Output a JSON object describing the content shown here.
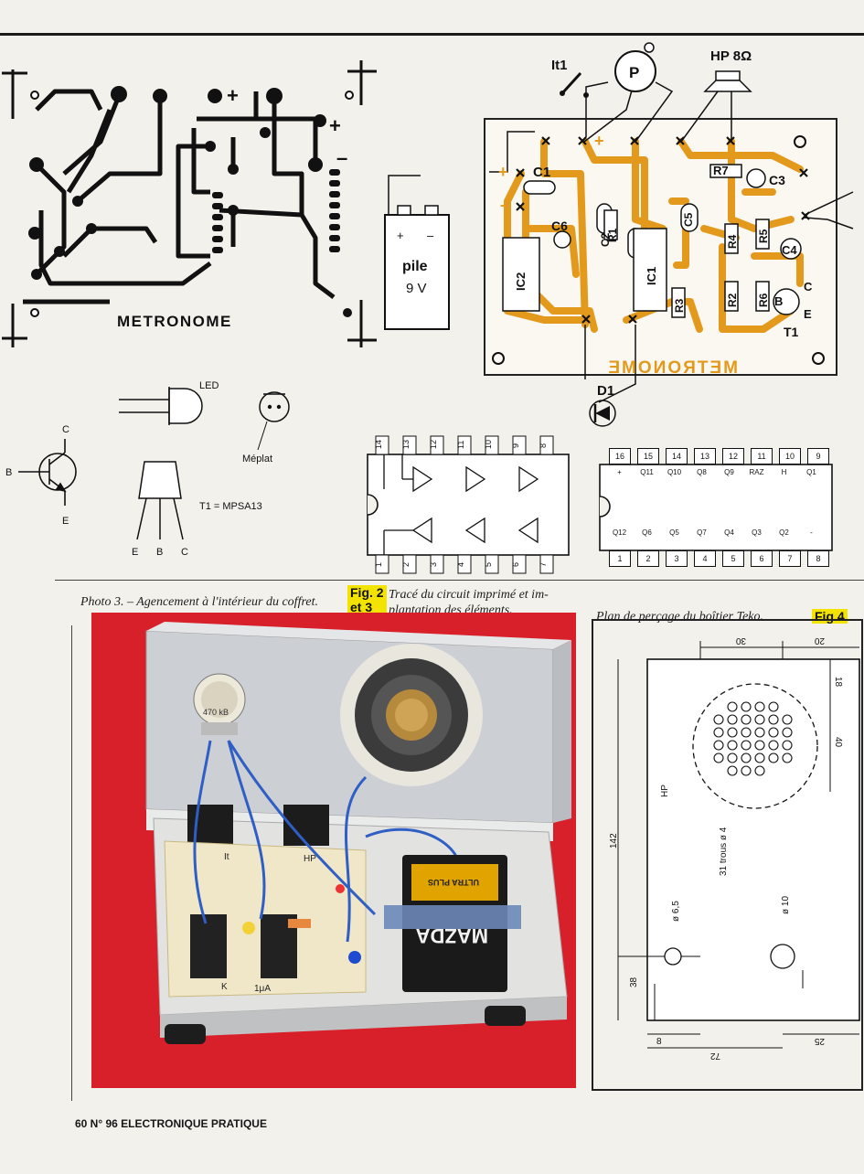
{
  "pcb": {
    "title": "METRONOME",
    "plus": "+",
    "minus": "–"
  },
  "implant": {
    "it1": "It1",
    "p": "P",
    "hp": "HP 8Ω",
    "pile": "pile",
    "pile_v": "9 V",
    "c1": "C1",
    "c2": "C2",
    "c3": "C3",
    "c4": "C4",
    "c5": "C5",
    "c6": "C6",
    "ic1": "IC1",
    "ic2": "IC2",
    "r1": "R1",
    "r2": "R2",
    "r3": "R3",
    "r4": "R4",
    "r5": "R5",
    "r6": "R6",
    "r7": "R7",
    "t1": "T1",
    "b": "B",
    "c": "C",
    "e": "E",
    "d1": "D1",
    "title_mirrored": "METRONOME"
  },
  "components": {
    "led": "LED",
    "meplat": "Méplat",
    "t1_ref": "T1 = MPSA13",
    "pin_b": "B",
    "pin_c": "C",
    "pin_e": "E",
    "pins_ebc": [
      "E",
      "B",
      "C"
    ]
  },
  "ic_4049": {
    "top_pins": [
      "14",
      "13",
      "12",
      "11",
      "10",
      "9",
      "8"
    ],
    "bottom_pins": [
      "1",
      "2",
      "3",
      "4",
      "5",
      "6",
      "7"
    ]
  },
  "ic_4020": {
    "top_pins": [
      "16",
      "15",
      "14",
      "13",
      "12",
      "11",
      "10",
      "9"
    ],
    "top_labels": [
      "+",
      "Q11",
      "Q10",
      "Q8",
      "Q9",
      "RAZ",
      "H",
      "Q1"
    ],
    "bottom_labels": [
      "Q12",
      "Q6",
      "Q5",
      "Q7",
      "Q4",
      "Q3",
      "Q2",
      "-"
    ],
    "bottom_pins": [
      "1",
      "2",
      "3",
      "4",
      "5",
      "6",
      "7",
      "8"
    ]
  },
  "captions": {
    "photo3": "Photo 3. – Agencement à l'intérieur du coffret.",
    "fig23_tag_1": "Fig. 2",
    "fig23_tag_2": "et 3",
    "fig23_line1": "Tracé du circuit imprimé et im-",
    "fig23_line2": "plantation des éléments.",
    "fig4_text": "Plan de perçage du boîtier Teko.",
    "fig4_tag": "Fig.4"
  },
  "drilling": {
    "dim_30": "30",
    "dim_20": "20",
    "dim_18": "18",
    "dim_40": "40",
    "dim_142": "142",
    "hp": "HP",
    "trous": "31 trous ø 4",
    "d65": "ø 6,5",
    "d10": "ø 10",
    "dim_38": "38",
    "dim_8": "8",
    "dim_72": "72",
    "dim_25": "25"
  },
  "photo": {
    "battery_brand": "MAZDA",
    "battery_type": "ULTRA PLUS",
    "pot_label": "470 kB",
    "pcb_marks": [
      "It",
      "HP",
      "K",
      "1μA"
    ]
  },
  "footer": "60 N° 96 ELECTRONIQUE PRATIQUE",
  "colors": {
    "copper": "#e39a1c",
    "fig_tag": "#f2e400",
    "photo_bg": "#d8202a",
    "ink": "#111111"
  }
}
